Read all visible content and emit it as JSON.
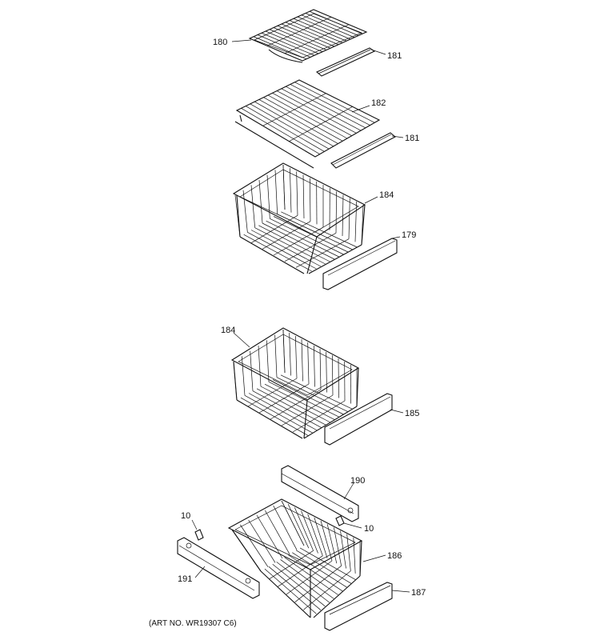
{
  "diagram": {
    "art_number": "(ART NO. WR19307 C6)",
    "callouts": [
      {
        "id": "c180",
        "label": "180"
      },
      {
        "id": "c181a",
        "label": "181"
      },
      {
        "id": "c182",
        "label": "182"
      },
      {
        "id": "c181b",
        "label": "181"
      },
      {
        "id": "c184a",
        "label": "184"
      },
      {
        "id": "c179",
        "label": "179"
      },
      {
        "id": "c184b",
        "label": "184"
      },
      {
        "id": "c185",
        "label": "185"
      },
      {
        "id": "c190",
        "label": "190"
      },
      {
        "id": "c10a",
        "label": "10"
      },
      {
        "id": "c10b",
        "label": "10"
      },
      {
        "id": "c186",
        "label": "186"
      },
      {
        "id": "c191",
        "label": "191"
      },
      {
        "id": "c187",
        "label": "187"
      }
    ]
  }
}
